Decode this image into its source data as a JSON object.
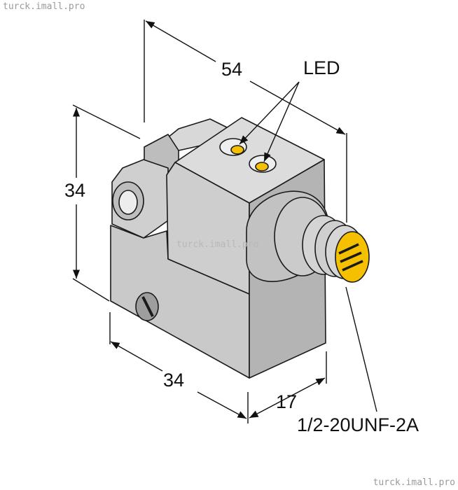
{
  "watermarks": {
    "top": "turck.imall.pro",
    "middle": "turck.imall.pro",
    "bottom": "turck.imall.pro"
  },
  "dimensions": {
    "length": "54",
    "height": "34",
    "width": "34",
    "depth": "17"
  },
  "labels": {
    "led": "LED",
    "thread": "1/2-20UNF-2A"
  },
  "colors": {
    "housing_front": "#c9c9c9",
    "housing_side": "#b6b6b6",
    "housing_top": "#dadada",
    "led_yellow": "#f5c000",
    "outline": "#1a1a1a"
  }
}
